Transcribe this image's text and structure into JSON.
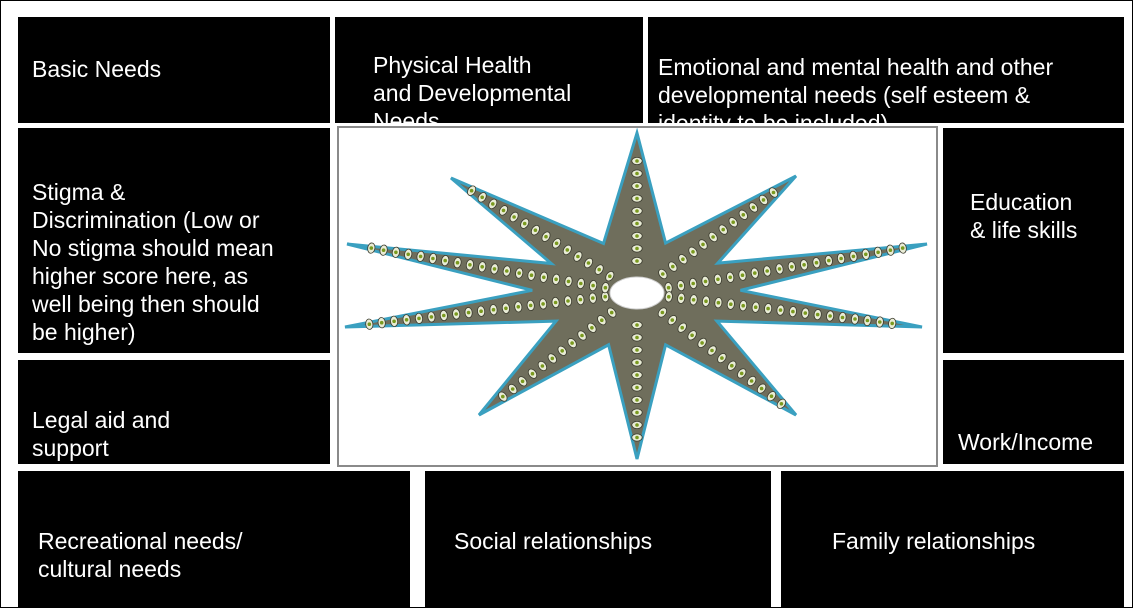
{
  "boxes": {
    "basic_needs": "Basic Needs",
    "physical_health": "Physical Health\nand Developmental\nNeeds",
    "emotional_health": "Emotional and mental health and other\ndevelopmental needs (self esteem &\nidentity to be included)",
    "stigma": "Stigma &\nDiscrimination (Low or\nNo stigma should mean\nhigher score here, as\nwell being then should\nbe higher)",
    "legal_aid": "Legal aid and\nsupport",
    "education": "Education\n& life skills",
    "work_income": "Work/Income",
    "recreational": "Recreational needs/\ncultural needs",
    "social": "Social relationships",
    "family": "Family relationships"
  },
  "colors": {
    "box_fill": "#000000",
    "box_text": "#ffffff",
    "star_fill": "#6f6e5c",
    "star_outline": "#3aa0c0",
    "bead_fill": "#e9ecd6",
    "bead_center": "#7a9a1e"
  },
  "star": {
    "points": 10
  }
}
